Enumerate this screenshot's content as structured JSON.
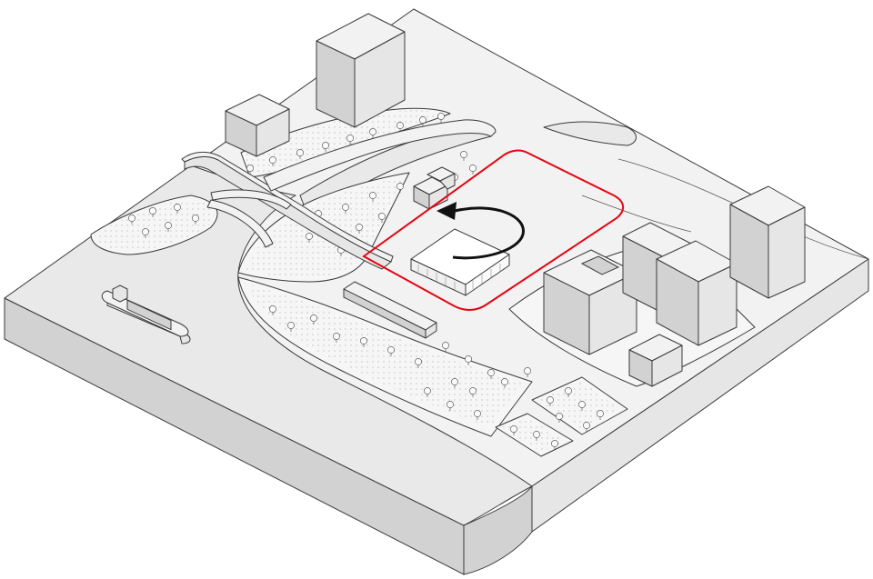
{
  "diagram": {
    "colors": {
      "site_boundary": "#e30613",
      "ground_top": "#f2f2f2",
      "block_side_dark": "#d2d2d2",
      "block_side_light": "#e6e6e6",
      "outline": "#3a3a3a"
    },
    "elements": [
      "terrain-base",
      "river",
      "elevated-bridge",
      "site-boundary",
      "rotated-building",
      "rotation-arrow",
      "barge",
      "tower-blocks",
      "park-trees"
    ]
  }
}
